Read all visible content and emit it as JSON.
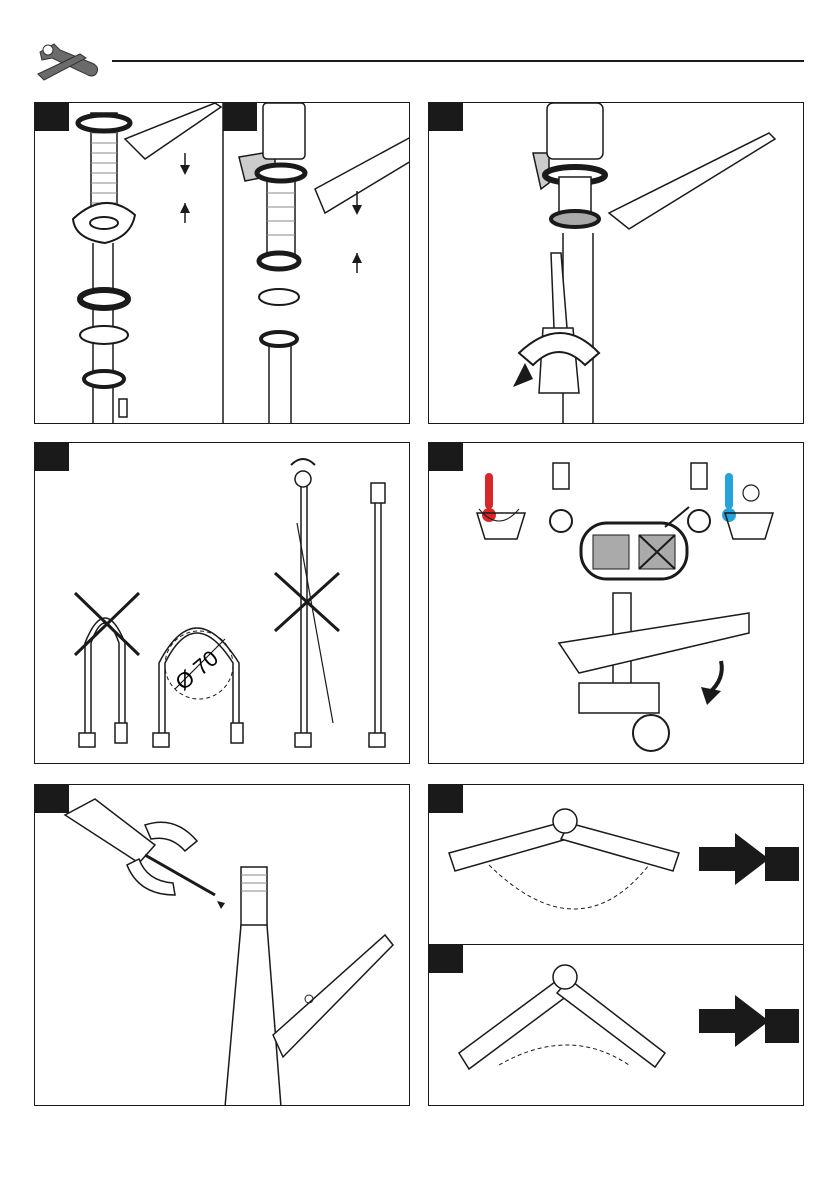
{
  "page": {
    "icon": "tools-icon",
    "accent_colors": {
      "hot": "#d62828",
      "cold": "#27a3dc",
      "ink": "#1a1a1a"
    }
  },
  "panels": {
    "p1": {
      "icons": [
        "threaded-shank",
        "mounting-bracket",
        "washer-stack",
        "mounting-screws"
      ]
    },
    "p2": {
      "icons": [
        "faucet-body",
        "threaded-shank",
        "screwdriver",
        "rotate-arrow"
      ]
    },
    "p3": {
      "icons": [
        "hose-bent",
        "hose-loop",
        "hose-twisted",
        "hose-straight",
        "x-mark"
      ],
      "diameter_label": "Ø 70"
    },
    "p4": {
      "icons": [
        "hot-thermometer",
        "cold-snowflake",
        "connector",
        "angle-valve",
        "wrench"
      ]
    },
    "p5": {
      "icons": [
        "screwdriver",
        "rotate-arrow",
        "spout-aerator"
      ]
    },
    "p6": {
      "icons": [
        "lever-handle",
        "swing-arc",
        "next-arrow"
      ]
    },
    "p7": {
      "icons": [
        "lever-handle",
        "swing-arc",
        "next-arrow"
      ]
    }
  }
}
